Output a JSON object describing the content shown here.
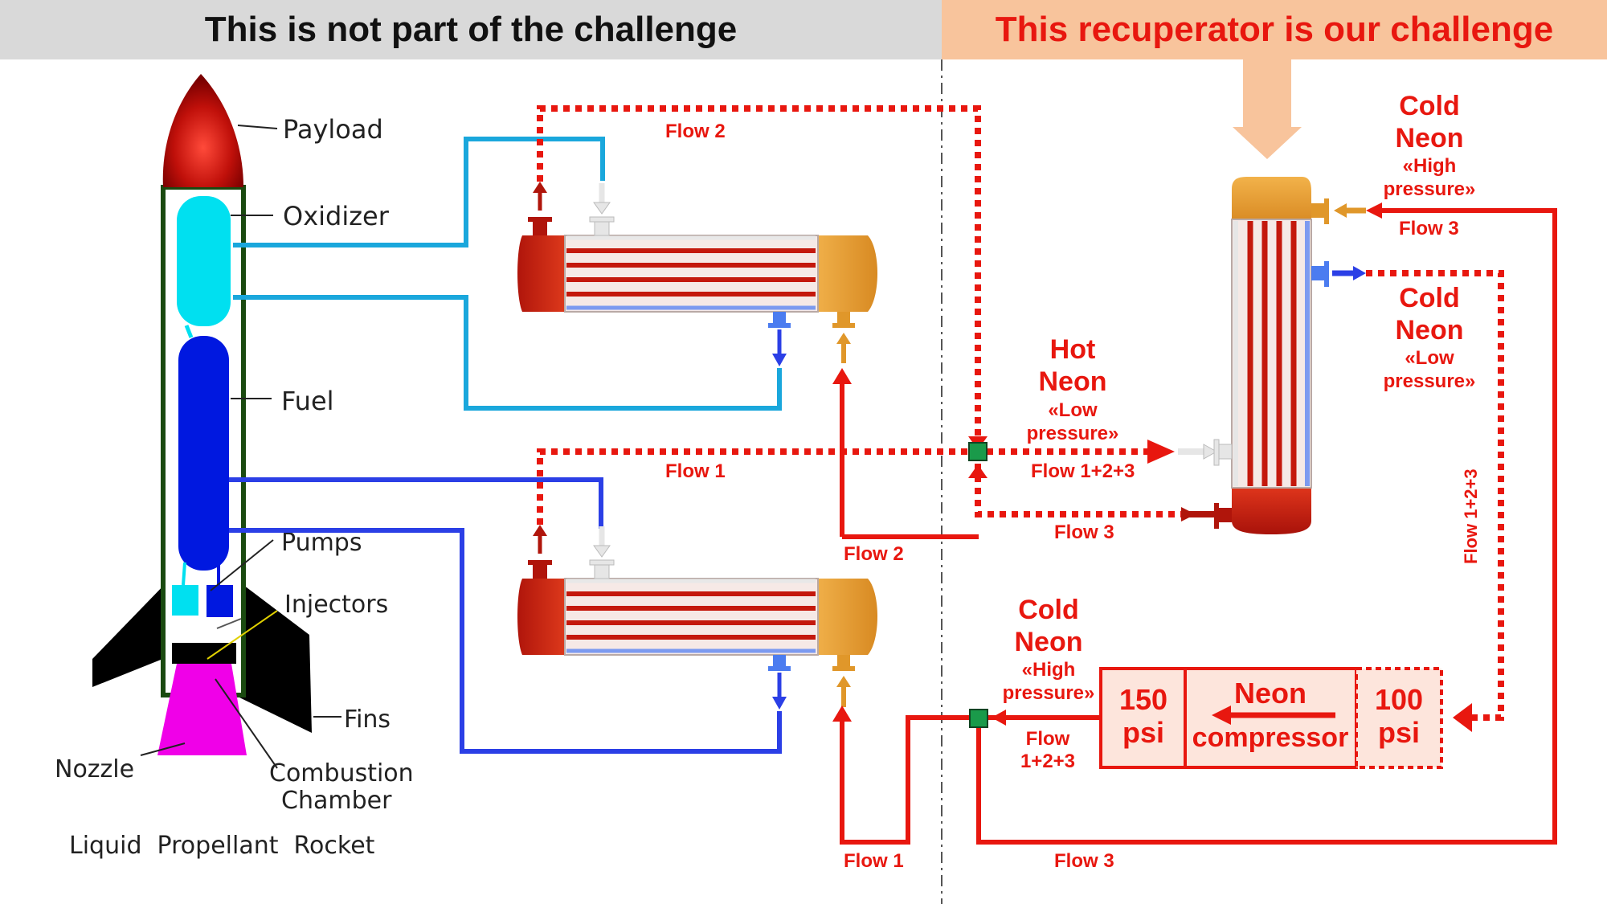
{
  "banners": {
    "left": "This is not part of the challenge",
    "right": "This recuperator is our challenge"
  },
  "rocket": {
    "payload": "Payload",
    "oxidizer": "Oxidizer",
    "fuel": "Fuel",
    "pumps": "Pumps",
    "injectors": "Injectors",
    "fins": "Fins",
    "nozzle": "Nozzle",
    "combustion_line1": "Combustion",
    "combustion_line2": "Chamber",
    "caption": "Liquid  Propellant  Rocket"
  },
  "flows": {
    "flow2_top": "Flow 2",
    "flow1_mid": "Flow 1",
    "flow2_riser": "Flow 2",
    "flow1_bottom": "Flow 1",
    "flow3_bottom": "Flow 3",
    "flow123_mix": "Flow 1+2+3",
    "flow3_return": "Flow 3",
    "flow3_top": "Flow 3",
    "flow123_vertical": "Flow 1+2+3",
    "flow123_comp_1": "Flow",
    "flow123_comp_2": "1+2+3"
  },
  "neon": {
    "hot": {
      "line1": "Hot",
      "line2": "Neon",
      "line3": "«Low",
      "line4": "pressure»"
    },
    "cold_high_top": {
      "line1": "Cold",
      "line2": "Neon",
      "line3": "«High",
      "line4": "pressure»"
    },
    "cold_low": {
      "line1": "Cold",
      "line2": "Neon",
      "line3": "«Low",
      "line4": "pressure»"
    },
    "cold_high_bottom": {
      "line1": "Cold",
      "line2": "Neon",
      "line3": "«High",
      "line4": "pressure»"
    }
  },
  "compressor": {
    "outlet_value": "150",
    "outlet_unit": "psi",
    "name_line1": "Neon",
    "name_line2": "compressor",
    "inlet_value": "100",
    "inlet_unit": "psi"
  },
  "colors": {
    "flow_red": "#e8170f",
    "oxidizer_line": "#1aa7dc",
    "fuel_line": "#2b3fe6",
    "heater_orange": "#e0972a",
    "hot_red": "#b0150b",
    "banner_orange": "#f8c49c",
    "banner_grey": "#d9d9d9",
    "junction_green": "#1a9a4a"
  }
}
